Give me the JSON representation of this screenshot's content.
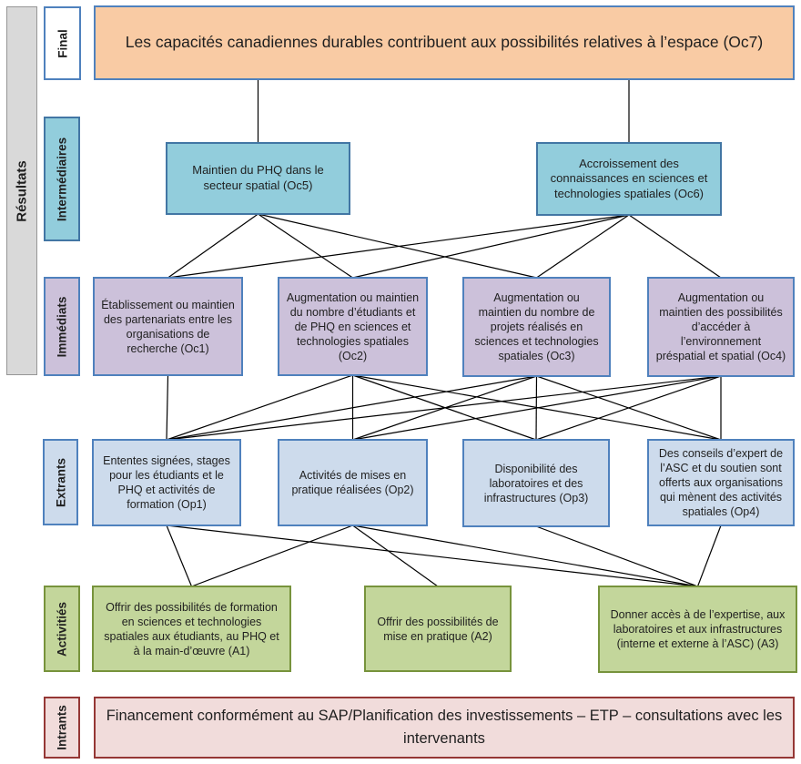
{
  "side_label": "Résultats",
  "rows": {
    "final": {
      "label": "Final"
    },
    "intermediaires": {
      "label": "Intermédiaires"
    },
    "immediats": {
      "label": "Immédiats"
    },
    "extrants": {
      "label": "Extrants"
    },
    "activites": {
      "label": "Activitiés"
    },
    "intrants": {
      "label": "Intrants"
    }
  },
  "nodes": {
    "oc7": "Les capacités canadiennes durables contribuent aux possibilités relatives à l’espace (Oc7)",
    "oc5": "Maintien du PHQ dans le secteur spatial (Oc5)",
    "oc6": "Accroissement des connaissances en sciences et technologies spatiales (Oc6)",
    "oc1": "Établissement ou maintien des partenariats entre les organisations de recherche (Oc1)",
    "oc2": "Augmentation ou maintien du nombre d’étudiants et de PHQ en sciences et technologies spatiales (Oc2)",
    "oc3": "Augmentation ou maintien du nombre de projets réalisés en sciences et technologies spatiales (Oc3)",
    "oc4": "Augmentation ou maintien des possibilités d’accéder à l’environnement préspatial et spatial (Oc4)",
    "op1": "Ententes signées, stages pour les étudiants et le PHQ et activités de formation (Op1)",
    "op2": "Activités de mises en pratique réalisées (Op2)",
    "op3": "Disponibilité des laboratoires et des infrastructures (Op3)",
    "op4": "Des conseils d’expert de l’ASC et du soutien sont offerts aux organisations qui mènent des activités spatiales (Op4)",
    "a1": "Offrir des possibilités de formation en sciences et technologies spatiales aux étudiants, au PHQ et à la main-d’œuvre (A1)",
    "a2": "Offrir des possibilités de mise en pratique (A2)",
    "a3": "Donner accès à de l’expertise, aux laboratoires et aux infrastructures (interne et externe à l’ASC) (A3)",
    "intrants_box": "Financement conformément au SAP/Planification des investissements – ETP – consultations avec les intervenants"
  },
  "edges": [
    {
      "from": "oc7",
      "to": "oc5",
      "drop": true
    },
    {
      "from": "oc7",
      "to": "oc6",
      "drop": true
    },
    {
      "from": "oc5",
      "to": "oc1"
    },
    {
      "from": "oc5",
      "to": "oc2"
    },
    {
      "from": "oc5",
      "to": "oc3"
    },
    {
      "from": "oc6",
      "to": "oc1"
    },
    {
      "from": "oc6",
      "to": "oc2"
    },
    {
      "from": "oc6",
      "to": "oc3"
    },
    {
      "from": "oc6",
      "to": "oc4"
    },
    {
      "from": "oc1",
      "to": "op1"
    },
    {
      "from": "oc2",
      "to": "op1"
    },
    {
      "from": "oc2",
      "to": "op2"
    },
    {
      "from": "oc2",
      "to": "op3"
    },
    {
      "from": "oc2",
      "to": "op4"
    },
    {
      "from": "oc3",
      "to": "op1"
    },
    {
      "from": "oc3",
      "to": "op2"
    },
    {
      "from": "oc3",
      "to": "op3"
    },
    {
      "from": "oc3",
      "to": "op4"
    },
    {
      "from": "oc4",
      "to": "op1"
    },
    {
      "from": "oc4",
      "to": "op2"
    },
    {
      "from": "oc4",
      "to": "op3"
    },
    {
      "from": "oc4",
      "to": "op4"
    },
    {
      "from": "op1",
      "to": "a1"
    },
    {
      "from": "op1",
      "to": "a3"
    },
    {
      "from": "op2",
      "to": "a1"
    },
    {
      "from": "op2",
      "to": "a2"
    },
    {
      "from": "op2",
      "to": "a3"
    },
    {
      "from": "op3",
      "to": "a3"
    },
    {
      "from": "op4",
      "to": "a3"
    }
  ],
  "colors": {
    "resultats_fill": "#D9D9D9",
    "resultats_border": "#969696",
    "final_fill": "#FFFFFF",
    "orange_fill": "#F9CBA4",
    "turquoise_fill": "#92CDDC",
    "turquoise_border": "#4276A4",
    "lavender_fill": "#CCC1DA",
    "extrants_fill": "#CDDBEC",
    "green_fill": "#C3D69B",
    "green_border": "#77933C",
    "pink_fill": "#F1DCDB",
    "pink_border": "#953735",
    "blue_border": "#4F81BD",
    "line_color": "#000000"
  }
}
